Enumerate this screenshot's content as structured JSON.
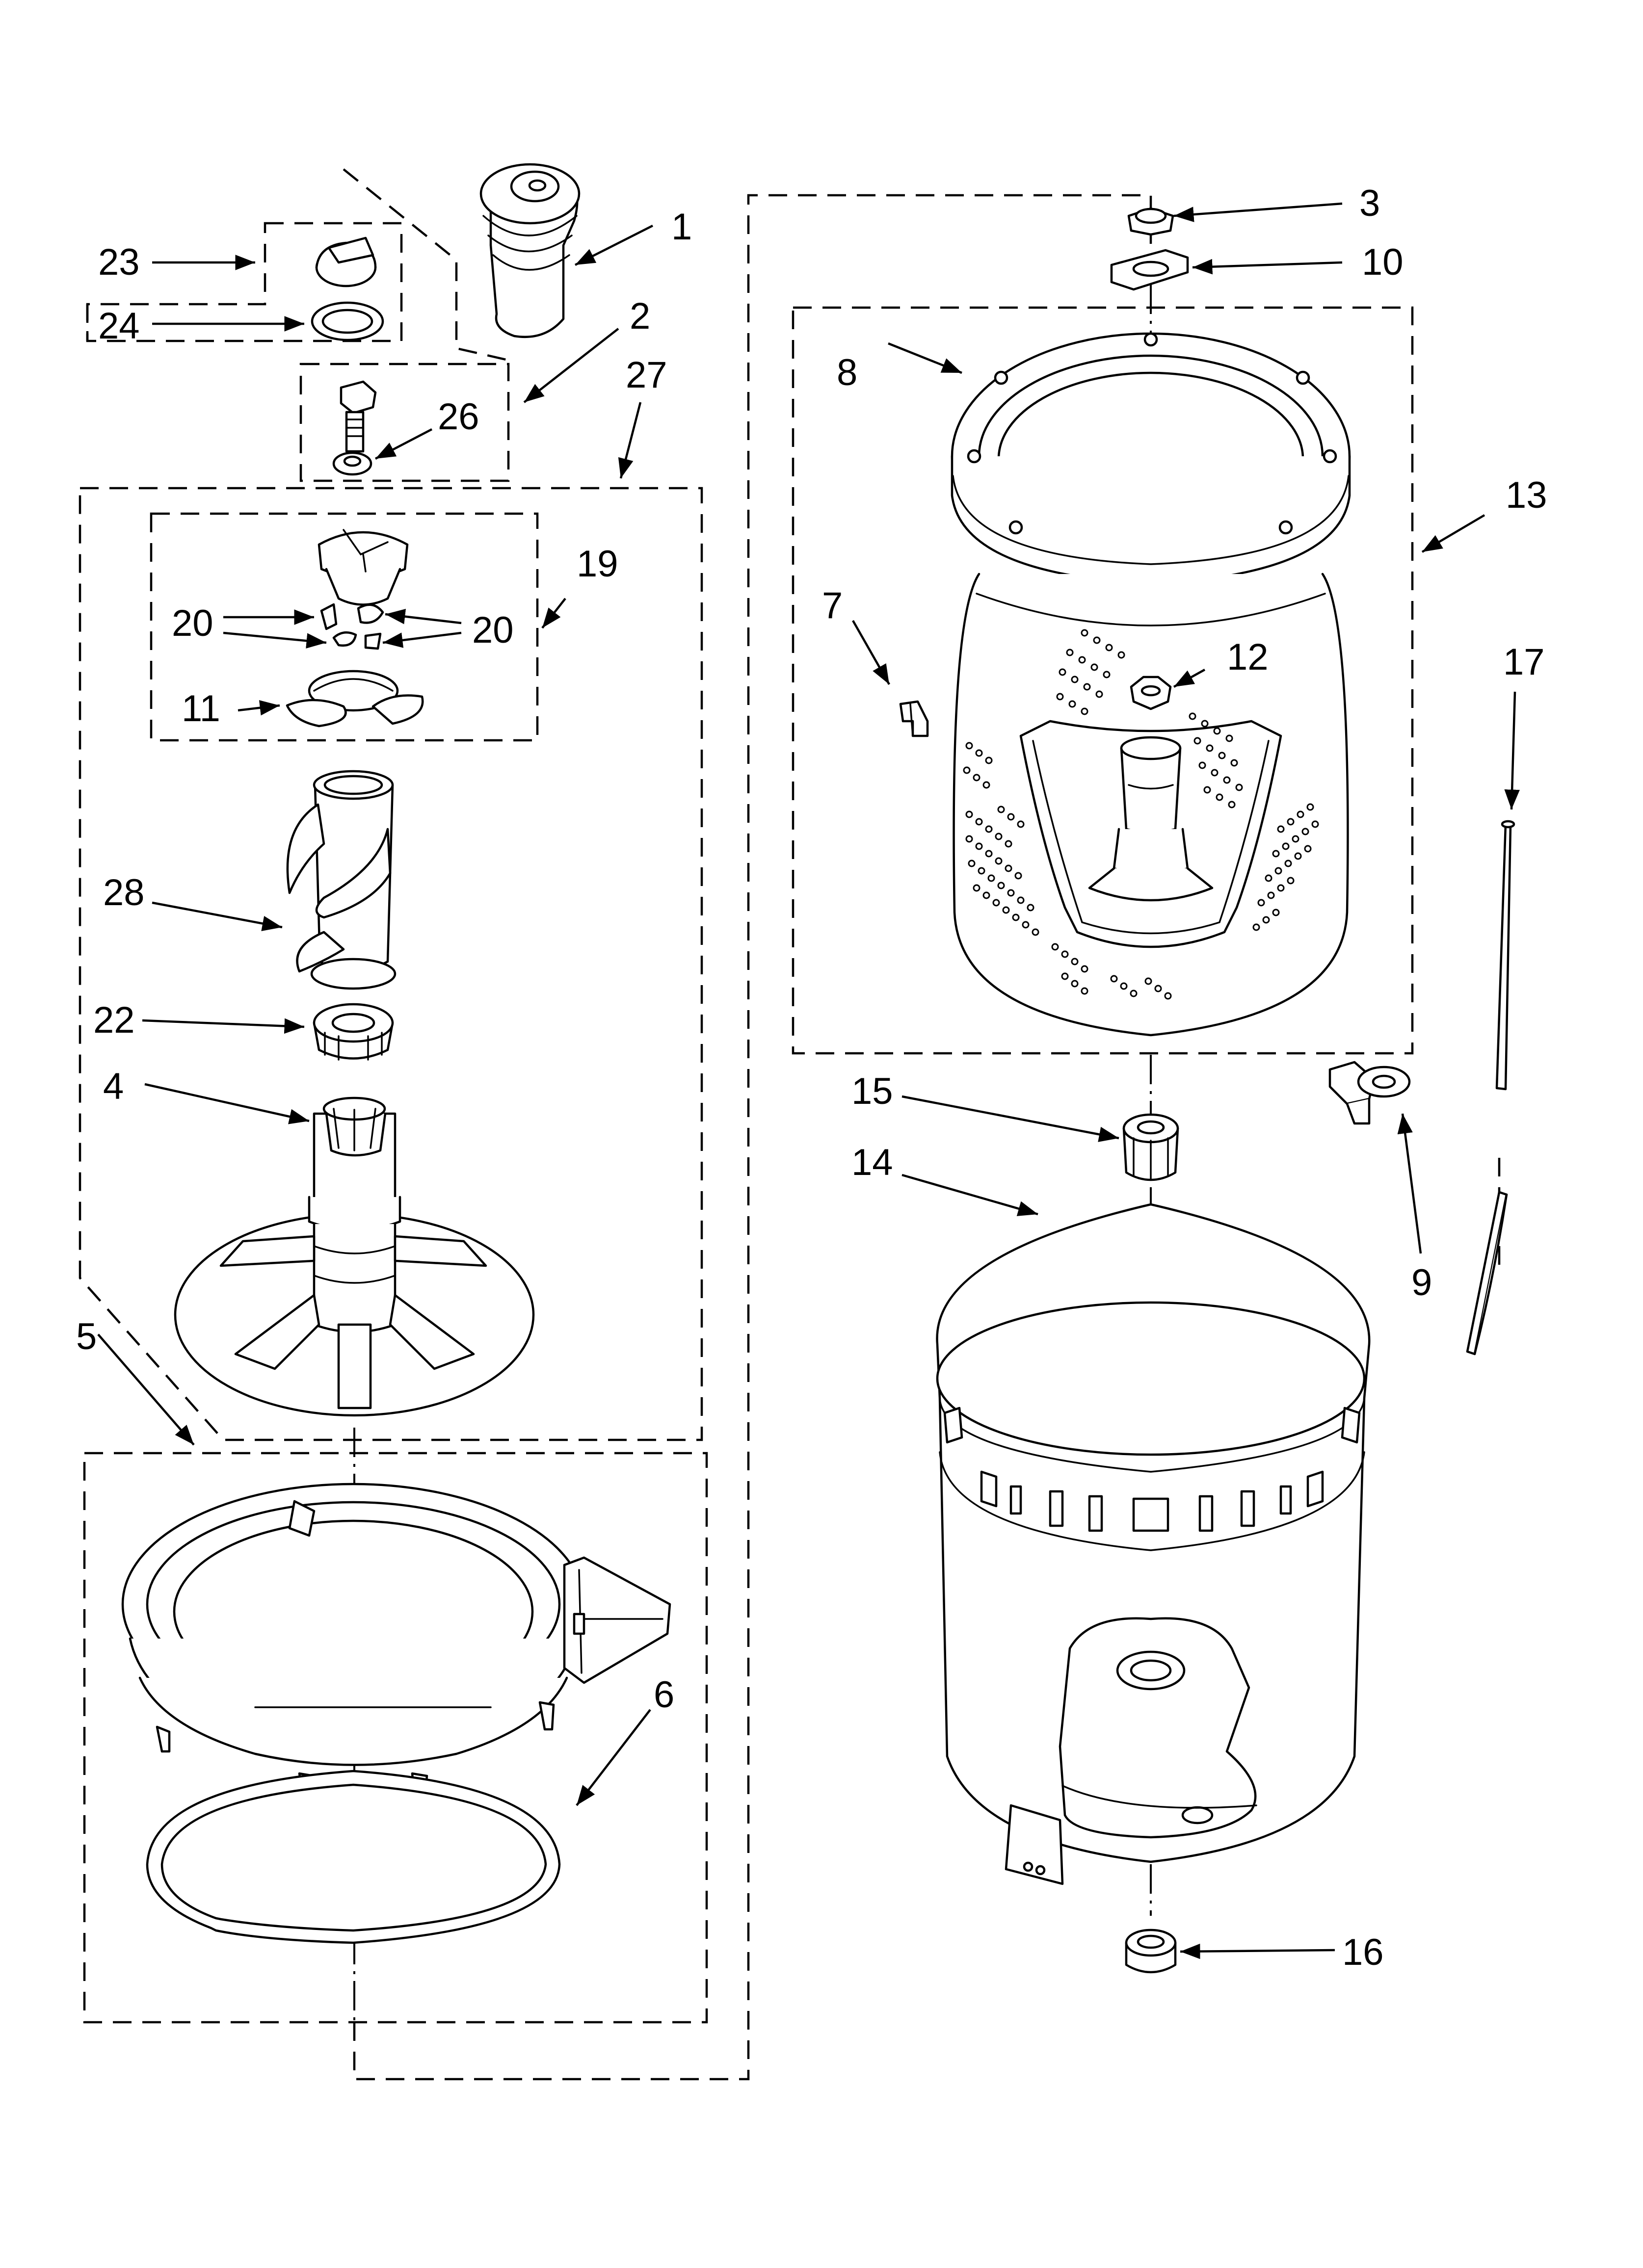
{
  "diagram": {
    "parts": [
      {
        "id": "p1",
        "label": "1"
      },
      {
        "id": "p2",
        "label": "2"
      },
      {
        "id": "p3",
        "label": "3"
      },
      {
        "id": "p4",
        "label": "4"
      },
      {
        "id": "p5",
        "label": "5"
      },
      {
        "id": "p6",
        "label": "6"
      },
      {
        "id": "p7",
        "label": "7"
      },
      {
        "id": "p8",
        "label": "8"
      },
      {
        "id": "p9",
        "label": "9"
      },
      {
        "id": "p10",
        "label": "10"
      },
      {
        "id": "p11",
        "label": "11"
      },
      {
        "id": "p12",
        "label": "12"
      },
      {
        "id": "p13",
        "label": "13"
      },
      {
        "id": "p14",
        "label": "14"
      },
      {
        "id": "p15",
        "label": "15"
      },
      {
        "id": "p16",
        "label": "16"
      },
      {
        "id": "p17",
        "label": "17"
      },
      {
        "id": "p19",
        "label": "19"
      },
      {
        "id": "p20a",
        "label": "20"
      },
      {
        "id": "p20b",
        "label": "20"
      },
      {
        "id": "p22",
        "label": "22"
      },
      {
        "id": "p23",
        "label": "23"
      },
      {
        "id": "p24",
        "label": "24"
      },
      {
        "id": "p26",
        "label": "26"
      },
      {
        "id": "p27",
        "label": "27"
      },
      {
        "id": "p28",
        "label": "28"
      }
    ]
  }
}
